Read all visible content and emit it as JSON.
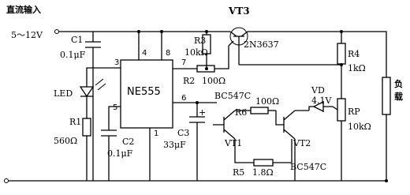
{
  "labels": {
    "dc_input": "直流输入",
    "voltage": "5～12V",
    "plus": "+",
    "load_1": "负",
    "load_2": "载"
  },
  "pins": {
    "p1": "1",
    "p3": "3",
    "p4": "4",
    "p5": "5",
    "p6": "6",
    "p7": "7",
    "p8": "8"
  },
  "components": {
    "ic": {
      "name": "NE555"
    },
    "c1": {
      "name": "C1",
      "value": "0.1μF"
    },
    "c2": {
      "name": "C2",
      "value": "0.1μF"
    },
    "c3": {
      "name": "C3",
      "value": "33μF"
    },
    "led": {
      "name": "LED"
    },
    "r1": {
      "name": "R1",
      "value": "560Ω"
    },
    "r2": {
      "name": "R2",
      "value": "100Ω"
    },
    "r3": {
      "name": "R3",
      "value": "10kΩ"
    },
    "r4": {
      "name": "R4",
      "value": "1kΩ"
    },
    "r5": {
      "name": "R5",
      "value": "1.8Ω"
    },
    "r6": {
      "name": "R6",
      "value": "100Ω"
    },
    "rp": {
      "name": "RP",
      "value": "10kΩ"
    },
    "vd": {
      "name": "VD",
      "value": "4.1V"
    },
    "vt1": {
      "name": "VT1",
      "part": "BC547C"
    },
    "vt2": {
      "name": "VT2",
      "part": "BC547C"
    },
    "vt3": {
      "name": "VT3",
      "part": "2N3637"
    }
  }
}
